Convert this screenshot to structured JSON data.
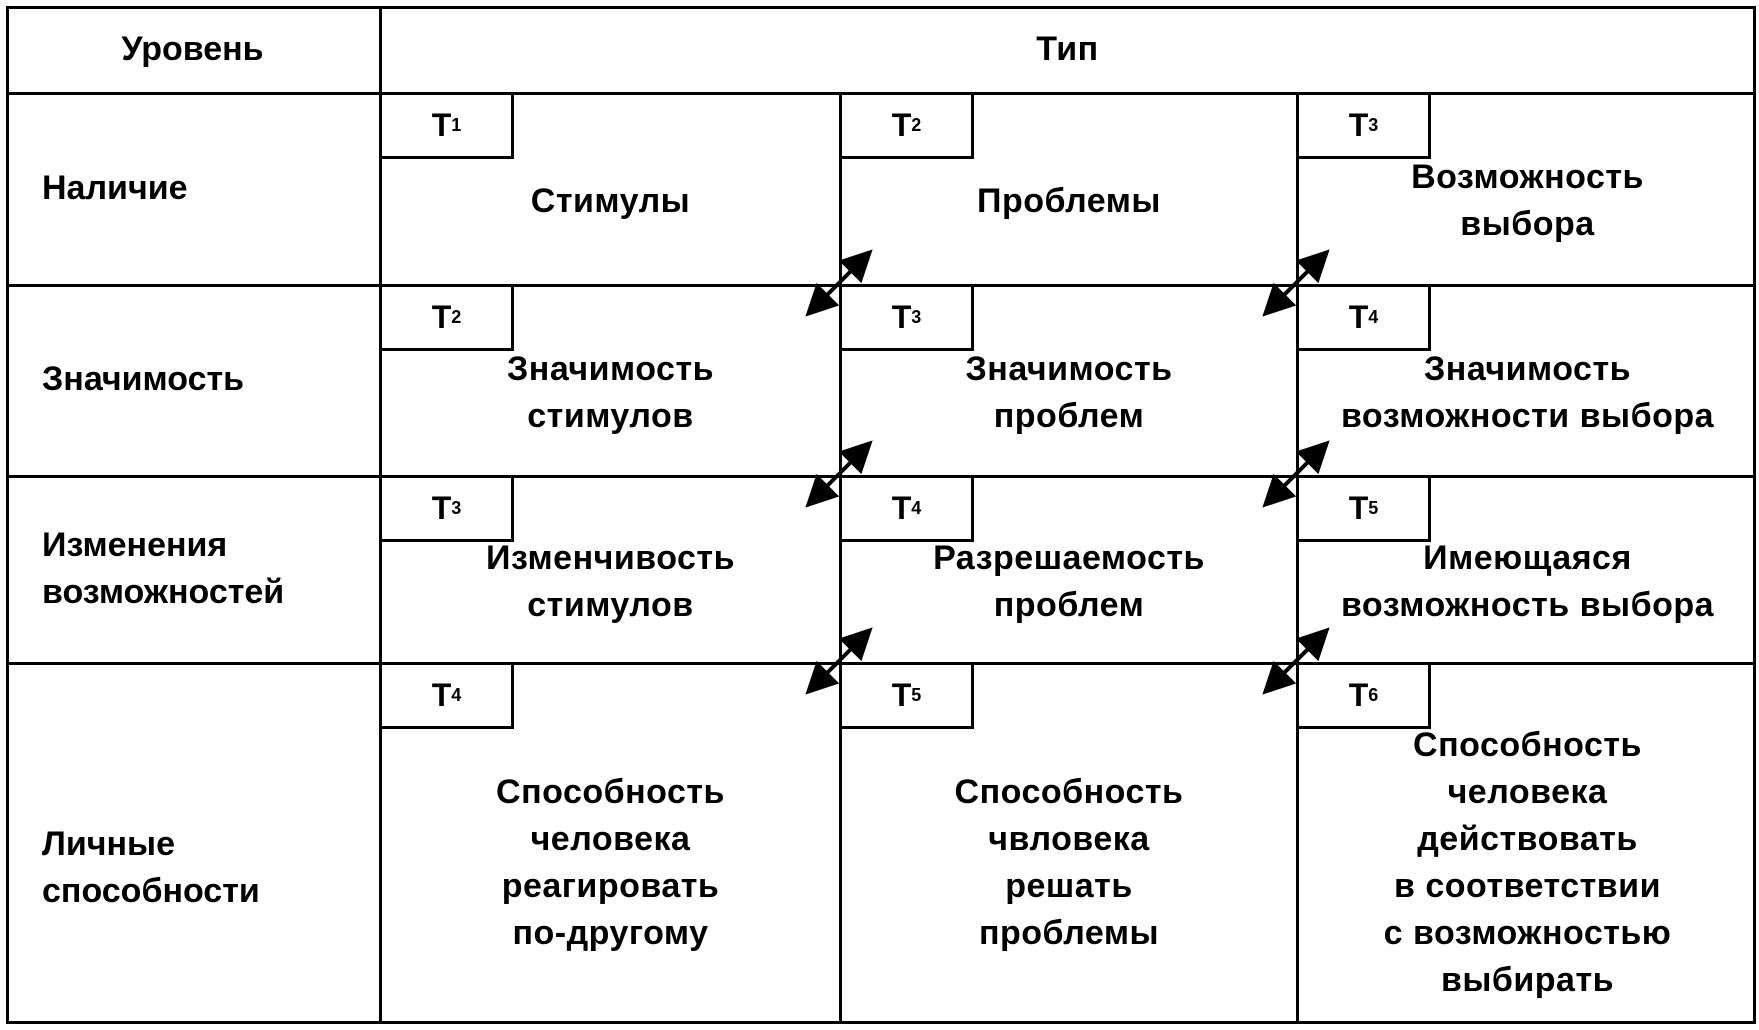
{
  "header": {
    "level": "Уровень",
    "type": "Тип"
  },
  "rows": [
    {
      "level": [
        "Наличие"
      ],
      "cells": [
        {
          "tag": "T",
          "sub": "1",
          "text": [
            "Стимулы"
          ]
        },
        {
          "tag": "T",
          "sub": "2",
          "text": [
            "Проблемы"
          ]
        },
        {
          "tag": "T",
          "sub": "3",
          "text": [
            "Возможность",
            "выбора"
          ]
        }
      ]
    },
    {
      "level": [
        "Значимость"
      ],
      "cells": [
        {
          "tag": "T",
          "sub": "2",
          "text": [
            "Значимость",
            "стимулов"
          ]
        },
        {
          "tag": "T",
          "sub": "3",
          "text": [
            "Значимость",
            "проблем"
          ]
        },
        {
          "tag": "T",
          "sub": "4",
          "text": [
            "Значимость",
            "возможности выбора"
          ]
        }
      ]
    },
    {
      "level": [
        "Изменения",
        "возможностей"
      ],
      "cells": [
        {
          "tag": "T",
          "sub": "3",
          "text": [
            "Изменчивость",
            "стимулов"
          ]
        },
        {
          "tag": "T",
          "sub": "4",
          "text": [
            "Разрешаемость",
            "проблем"
          ]
        },
        {
          "tag": "T",
          "sub": "5",
          "text": [
            "Имеющаяся",
            "возможность выбора"
          ]
        }
      ]
    },
    {
      "level": [
        "Личные",
        "способности"
      ],
      "cells": [
        {
          "tag": "T",
          "sub": "4",
          "text": [
            "Способность",
            "человека",
            "реагировать",
            "по-другому"
          ]
        },
        {
          "tag": "T",
          "sub": "5",
          "text": [
            "Способность",
            "чвловека",
            "решать",
            "проблемы"
          ]
        },
        {
          "tag": "T",
          "sub": "6",
          "text": [
            "Способность",
            "человека",
            "действовать",
            "в соответствии",
            "с возможностью",
            "выбирать"
          ]
        }
      ]
    }
  ]
}
